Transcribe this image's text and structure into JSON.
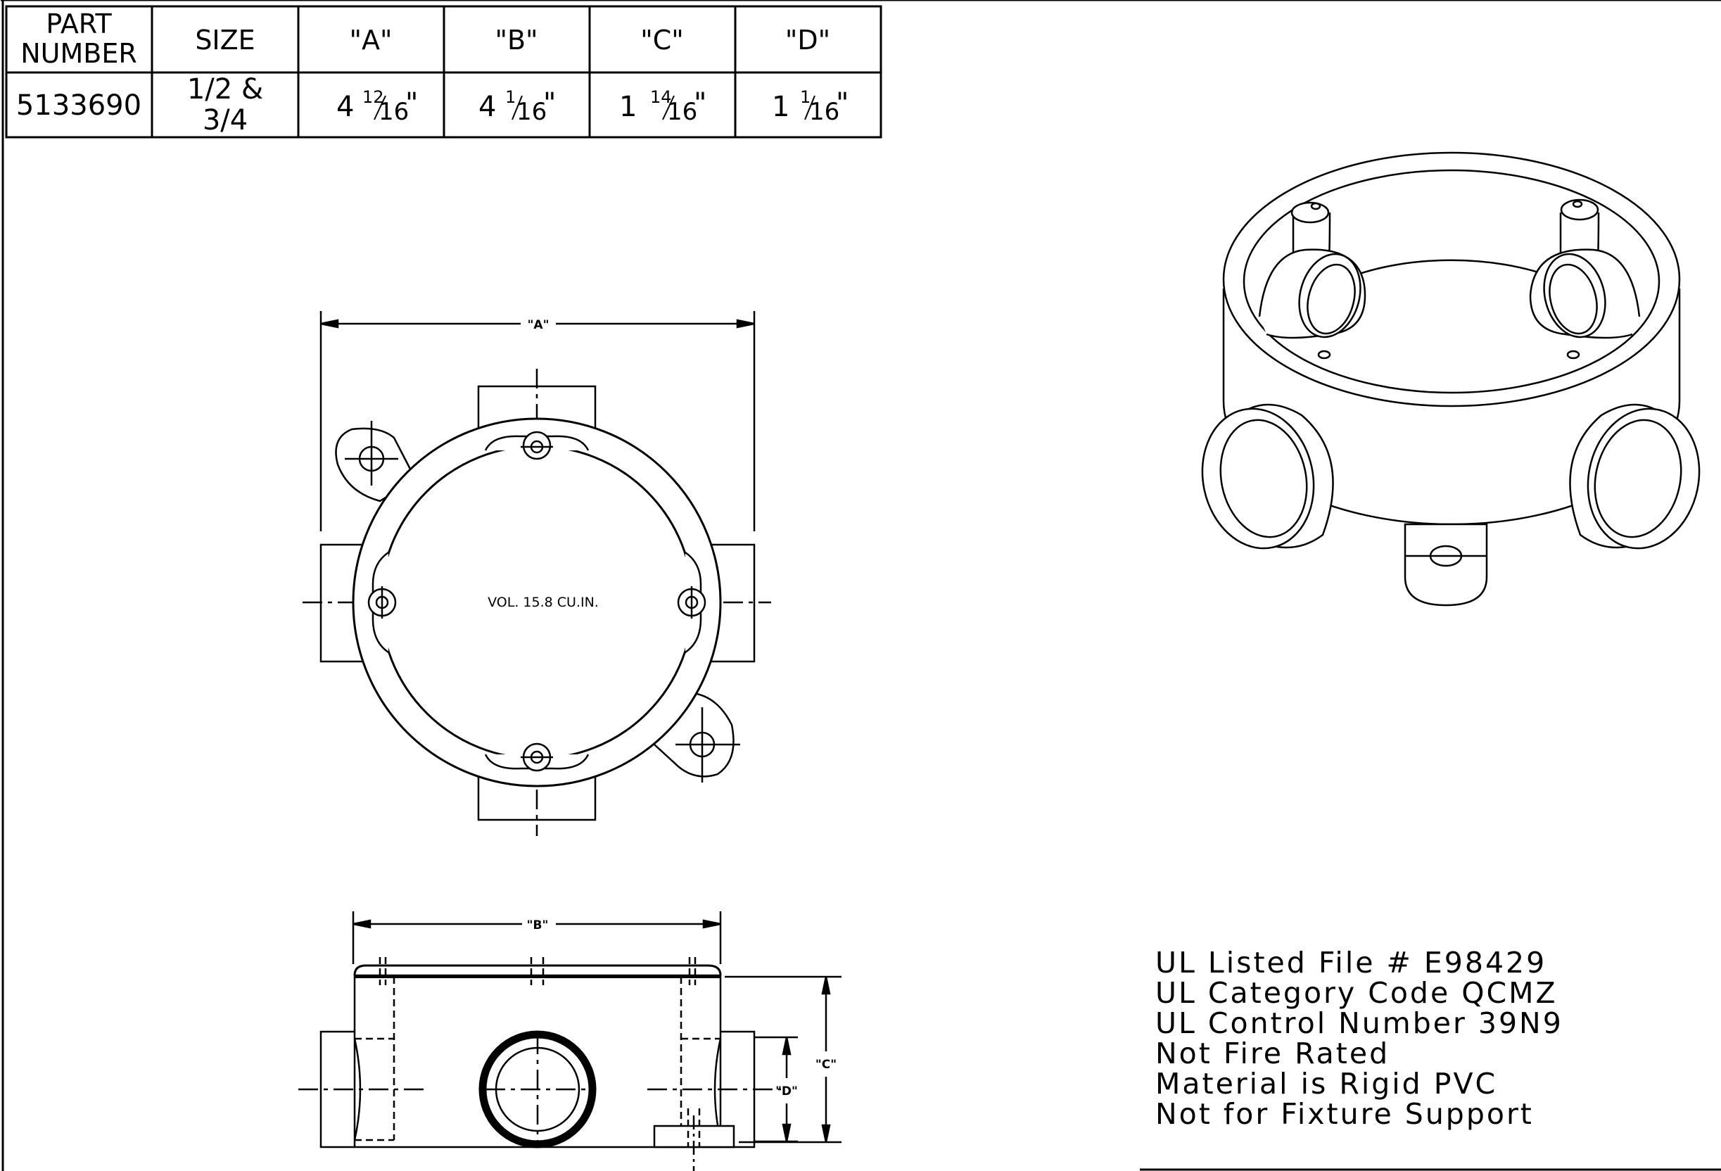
{
  "table": {
    "headers": [
      "PART\nNUMBER",
      "SIZE",
      "\"A\"",
      "\"B\"",
      "\"C\"",
      "\"D\""
    ],
    "header_part_line1": "PART",
    "header_part_line2": "NUMBER",
    "header_size": "SIZE",
    "header_a": "\"A\"",
    "header_b": "\"B\"",
    "header_c": "\"C\"",
    "header_d": "\"D\"",
    "row": {
      "part_number": "5133690",
      "size_line1": "1/2 &",
      "size_line2": "3/4",
      "a_whole": "4",
      "a_frac_num": "12",
      "a_frac_den": "16",
      "b_whole": "4",
      "b_frac_num": "1",
      "b_frac_den": "16",
      "c_whole": "1",
      "c_frac_num": "14",
      "c_frac_den": "16",
      "d_whole": "1",
      "d_frac_num": "1",
      "d_frac_den": "16",
      "inch_mark": "\""
    }
  },
  "top_view": {
    "dim_a_label": "\"A\"",
    "volume_label": "VOL. 15.8 CU.IN."
  },
  "side_view": {
    "dim_b_label": "\"B\"",
    "dim_c_label": "\"C\"",
    "dim_d_label": "\"D\""
  },
  "notes": [
    "UL Listed File # E98429",
    "UL Category Code QCMZ",
    "UL Control Number 39N9",
    "Not Fire Rated",
    "Material is Rigid PVC",
    "Not for Fixture Support"
  ]
}
